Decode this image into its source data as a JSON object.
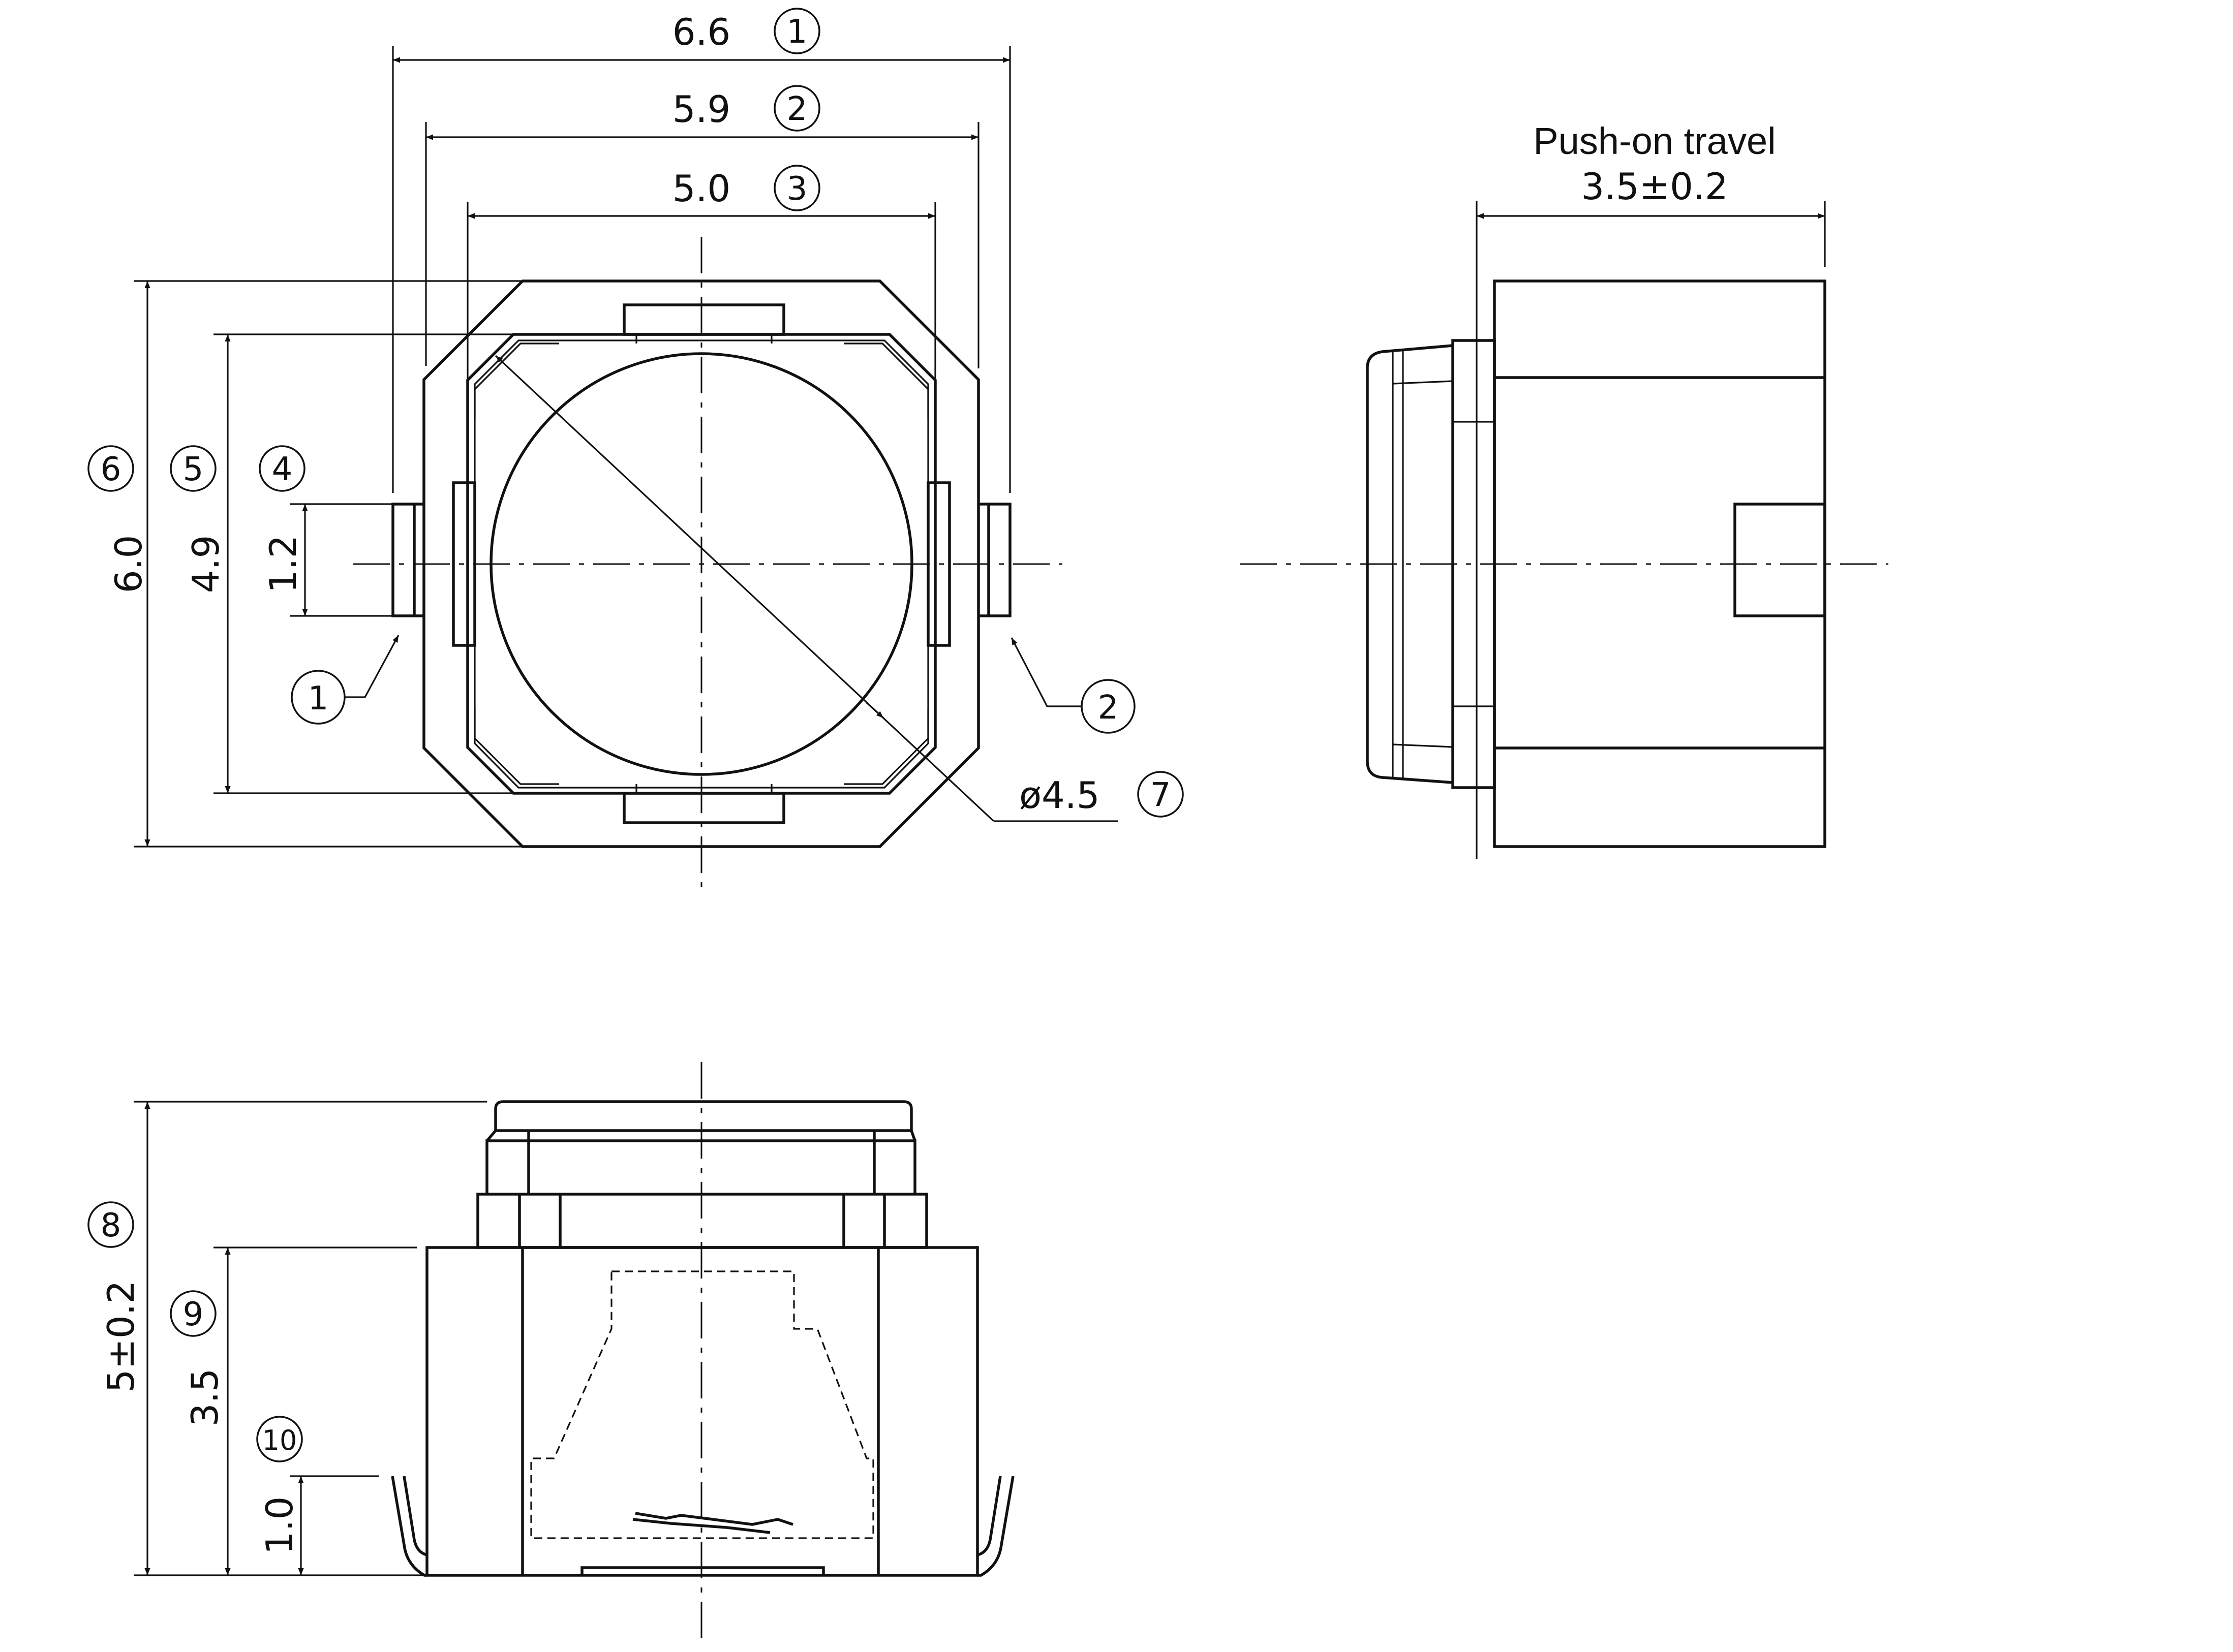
{
  "header": {
    "title": "Push-on travel",
    "value": "3.5±0.2"
  },
  "dimensions": {
    "top_w1": "6.6",
    "top_w2": "5.9",
    "top_w3": "5.0",
    "top_h6": "6.0",
    "top_h5": "4.9",
    "top_h4": "1.2",
    "diameter": "ø4.5",
    "side_h8": "5±0.2",
    "side_h9": "3.5",
    "side_h10": "1.0"
  },
  "callouts": {
    "c1": "1",
    "c2": "2",
    "c3": "3",
    "c4": "4",
    "c5": "5",
    "c6": "6",
    "c7": "7",
    "c8": "8",
    "c9": "9",
    "c10": "10",
    "term1": "1",
    "term2": "2"
  }
}
